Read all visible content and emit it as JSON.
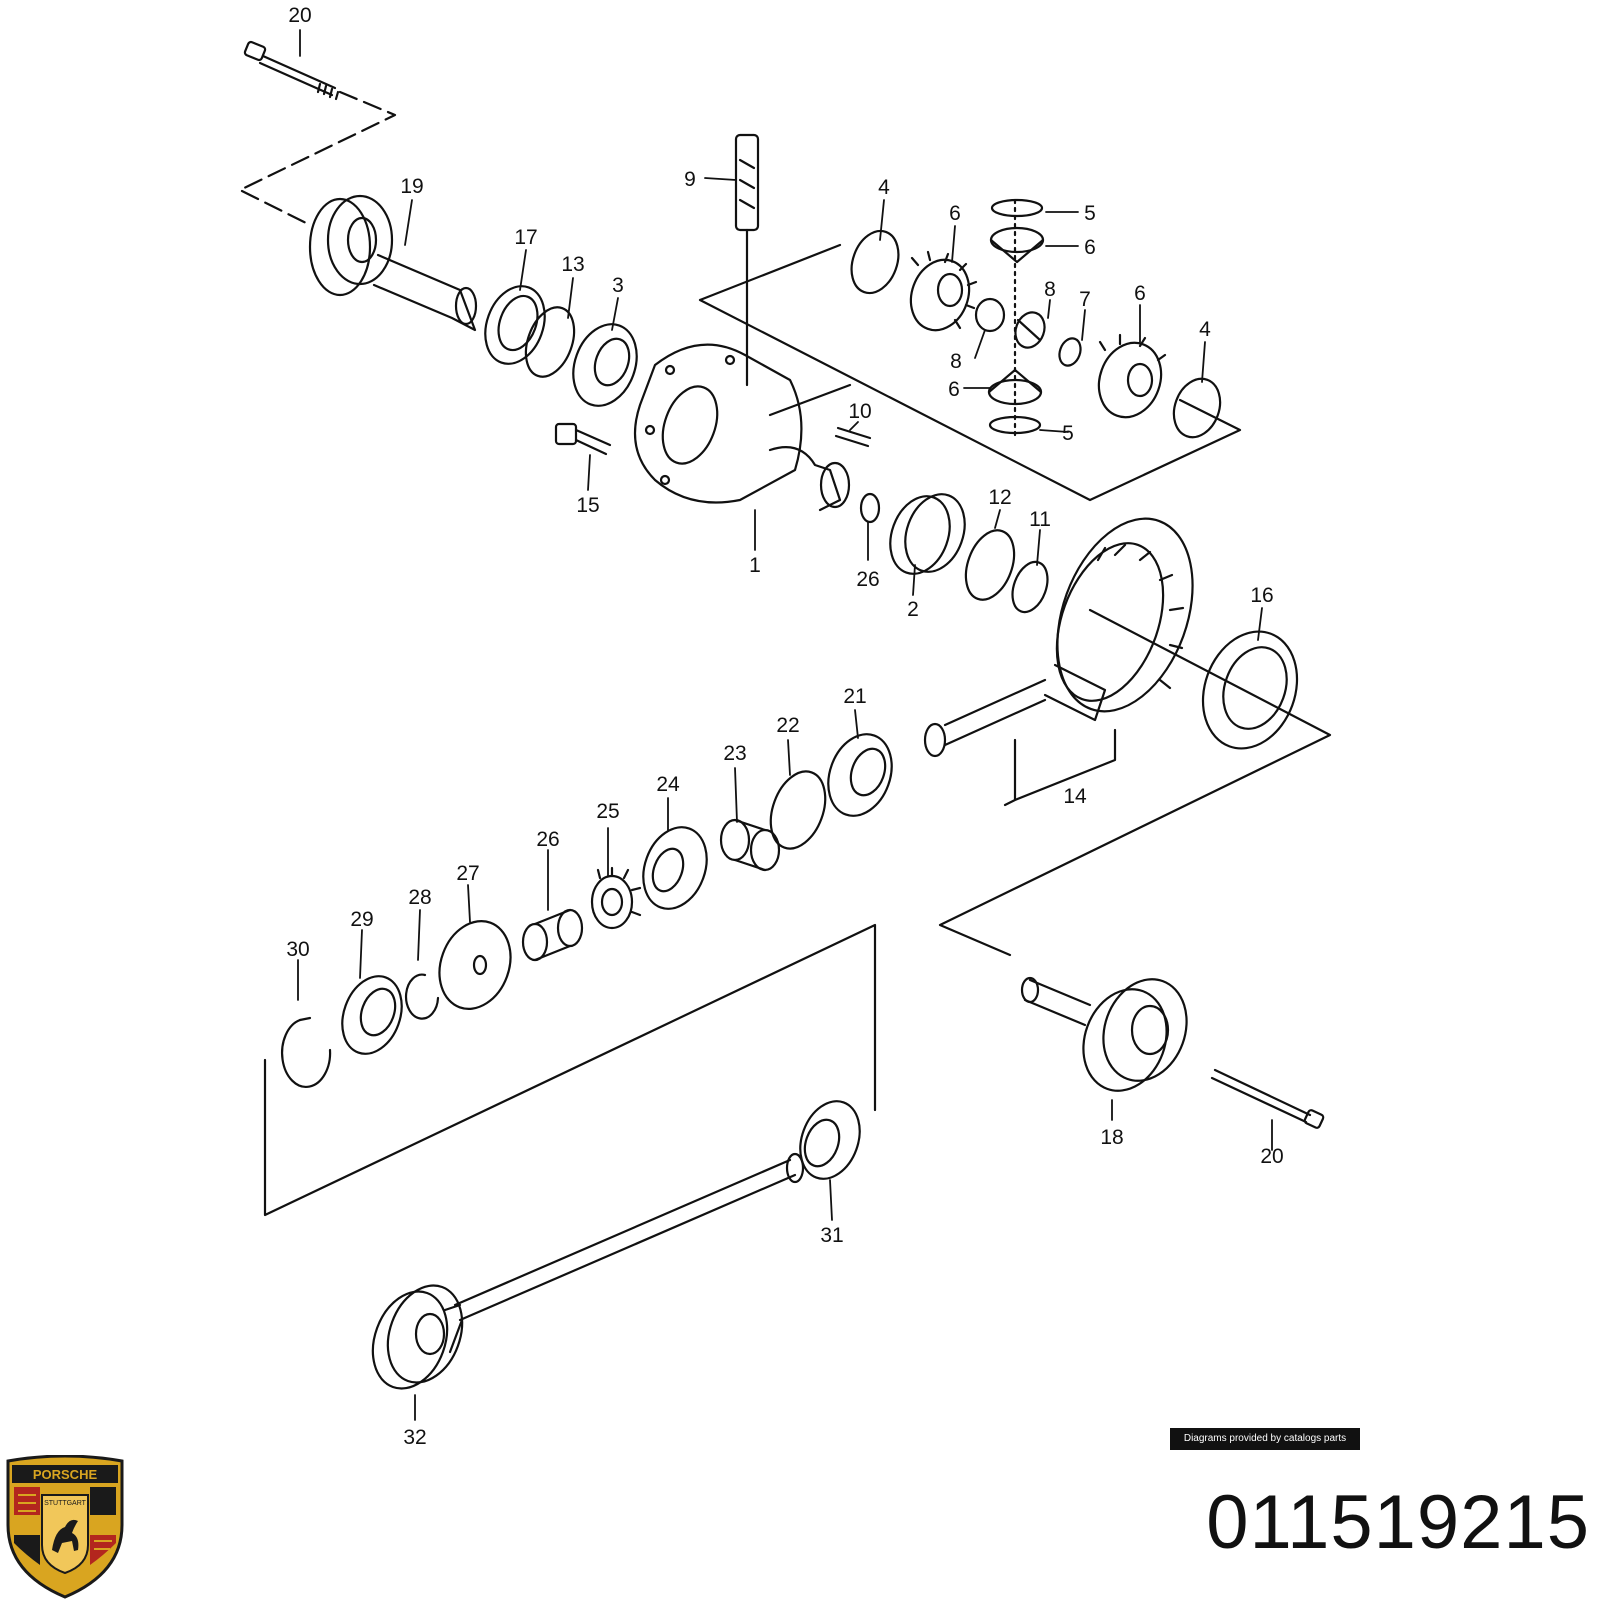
{
  "diagram": {
    "callouts": [
      "20",
      "19",
      "17",
      "13",
      "3",
      "9",
      "4",
      "6",
      "5",
      "6",
      "8",
      "7",
      "6",
      "4",
      "8",
      "6",
      "5",
      "10",
      "15",
      "1",
      "26",
      "2",
      "12",
      "11",
      "16",
      "21",
      "22",
      "23",
      "24",
      "25",
      "26",
      "27",
      "28",
      "29",
      "30",
      "14",
      "18",
      "20",
      "31",
      "32"
    ]
  },
  "footer": {
    "credit": "Diagrams provided by catalogs parts",
    "part_number": "011519215"
  },
  "logo": {
    "wordmark": "PORSCHE",
    "city": "STUTTGART"
  },
  "colors": {
    "ink": "#111111",
    "crest_red": "#b3261e",
    "crest_gold": "#d9a520",
    "crest_black": "#1a1a1a"
  }
}
